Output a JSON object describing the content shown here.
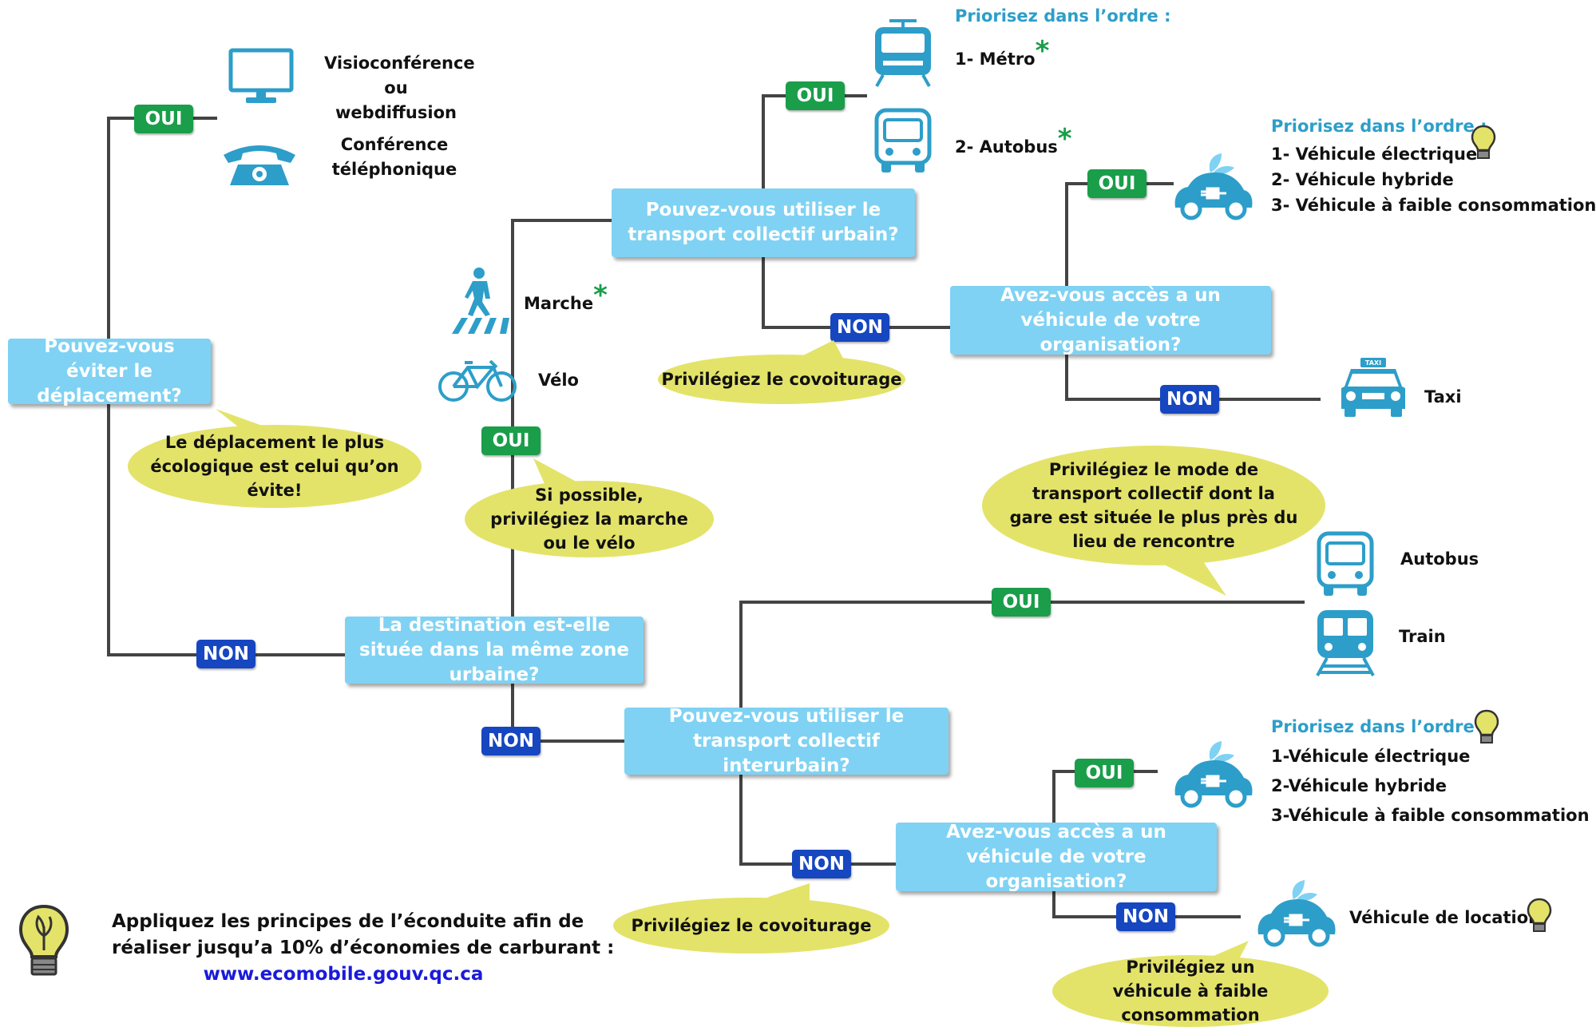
{
  "questions": {
    "avoid": "Pouvez-vous éviter le déplacement?",
    "same_zone": "La destination est-elle située dans la même zone urbaine?",
    "urban_transit": "Pouvez-vous utiliser le transport collectif urbain?",
    "org_vehicle_1": "Avez-vous accès a un véhicule de votre organisation?",
    "interurban": "Pouvez-vous utiliser le transport collectif interurbain?",
    "org_vehicle_2": "Avez-vous accès a un véhicule de votre organisation?"
  },
  "answers": {
    "yes": "OUI",
    "no": "NON"
  },
  "bubbles": {
    "avoid": "Le déplacement le plus écologique est celui qu’on évite!",
    "walk_bike": "Si possible, privilégiez la marche ou le vélo",
    "carpool_1": "Privilégiez le covoiturage",
    "station": "Privilégiez le mode de transport collectif dont la gare est située le plus près du lieu de rencontre",
    "carpool_2": "Privilégiez le covoiturage",
    "low_consumption": "Privilégiez un véhicule à faible consommation"
  },
  "remote": {
    "video": "Visioconférence ou webdiffusion",
    "phone": "Conférence téléphonique"
  },
  "active": {
    "walk": "Marche",
    "bike": "Vélo",
    "star": "*"
  },
  "transit": {
    "header": "Priorisez dans l’ordre :",
    "metro": "1- Métro",
    "bus": "2- Autobus"
  },
  "vehicles_1": {
    "header": "Priorisez dans l’ordre :",
    "items": [
      "1- Véhicule électrique",
      "2- Véhicule hybride",
      "3- Véhicule à faible consommation"
    ]
  },
  "taxi": {
    "label": "Taxi",
    "sign": "TAXI"
  },
  "interurban_modes": {
    "bus": "Autobus",
    "train": "Train"
  },
  "vehicles_2": {
    "header": "Priorisez dans l’ordre :",
    "items": [
      "1-Véhicule électrique",
      "2-Véhicule hybride",
      "3-Véhicule à faible consommation"
    ]
  },
  "rental": "Véhicule de location",
  "footer": {
    "line1": "Appliquez les principes de l’éconduite afin de",
    "line2": "réaliser jusqu’a 10% d’économies de carburant :",
    "url": "www.ecomobile.gouv.qc.ca"
  },
  "colors": {
    "question_box": "#7fd2f3",
    "yes_tag": "#1a9e4a",
    "no_tag": "#1646c0",
    "bubble": "#e3e36a",
    "icon": "#2d9ec9",
    "line": "#444444"
  }
}
